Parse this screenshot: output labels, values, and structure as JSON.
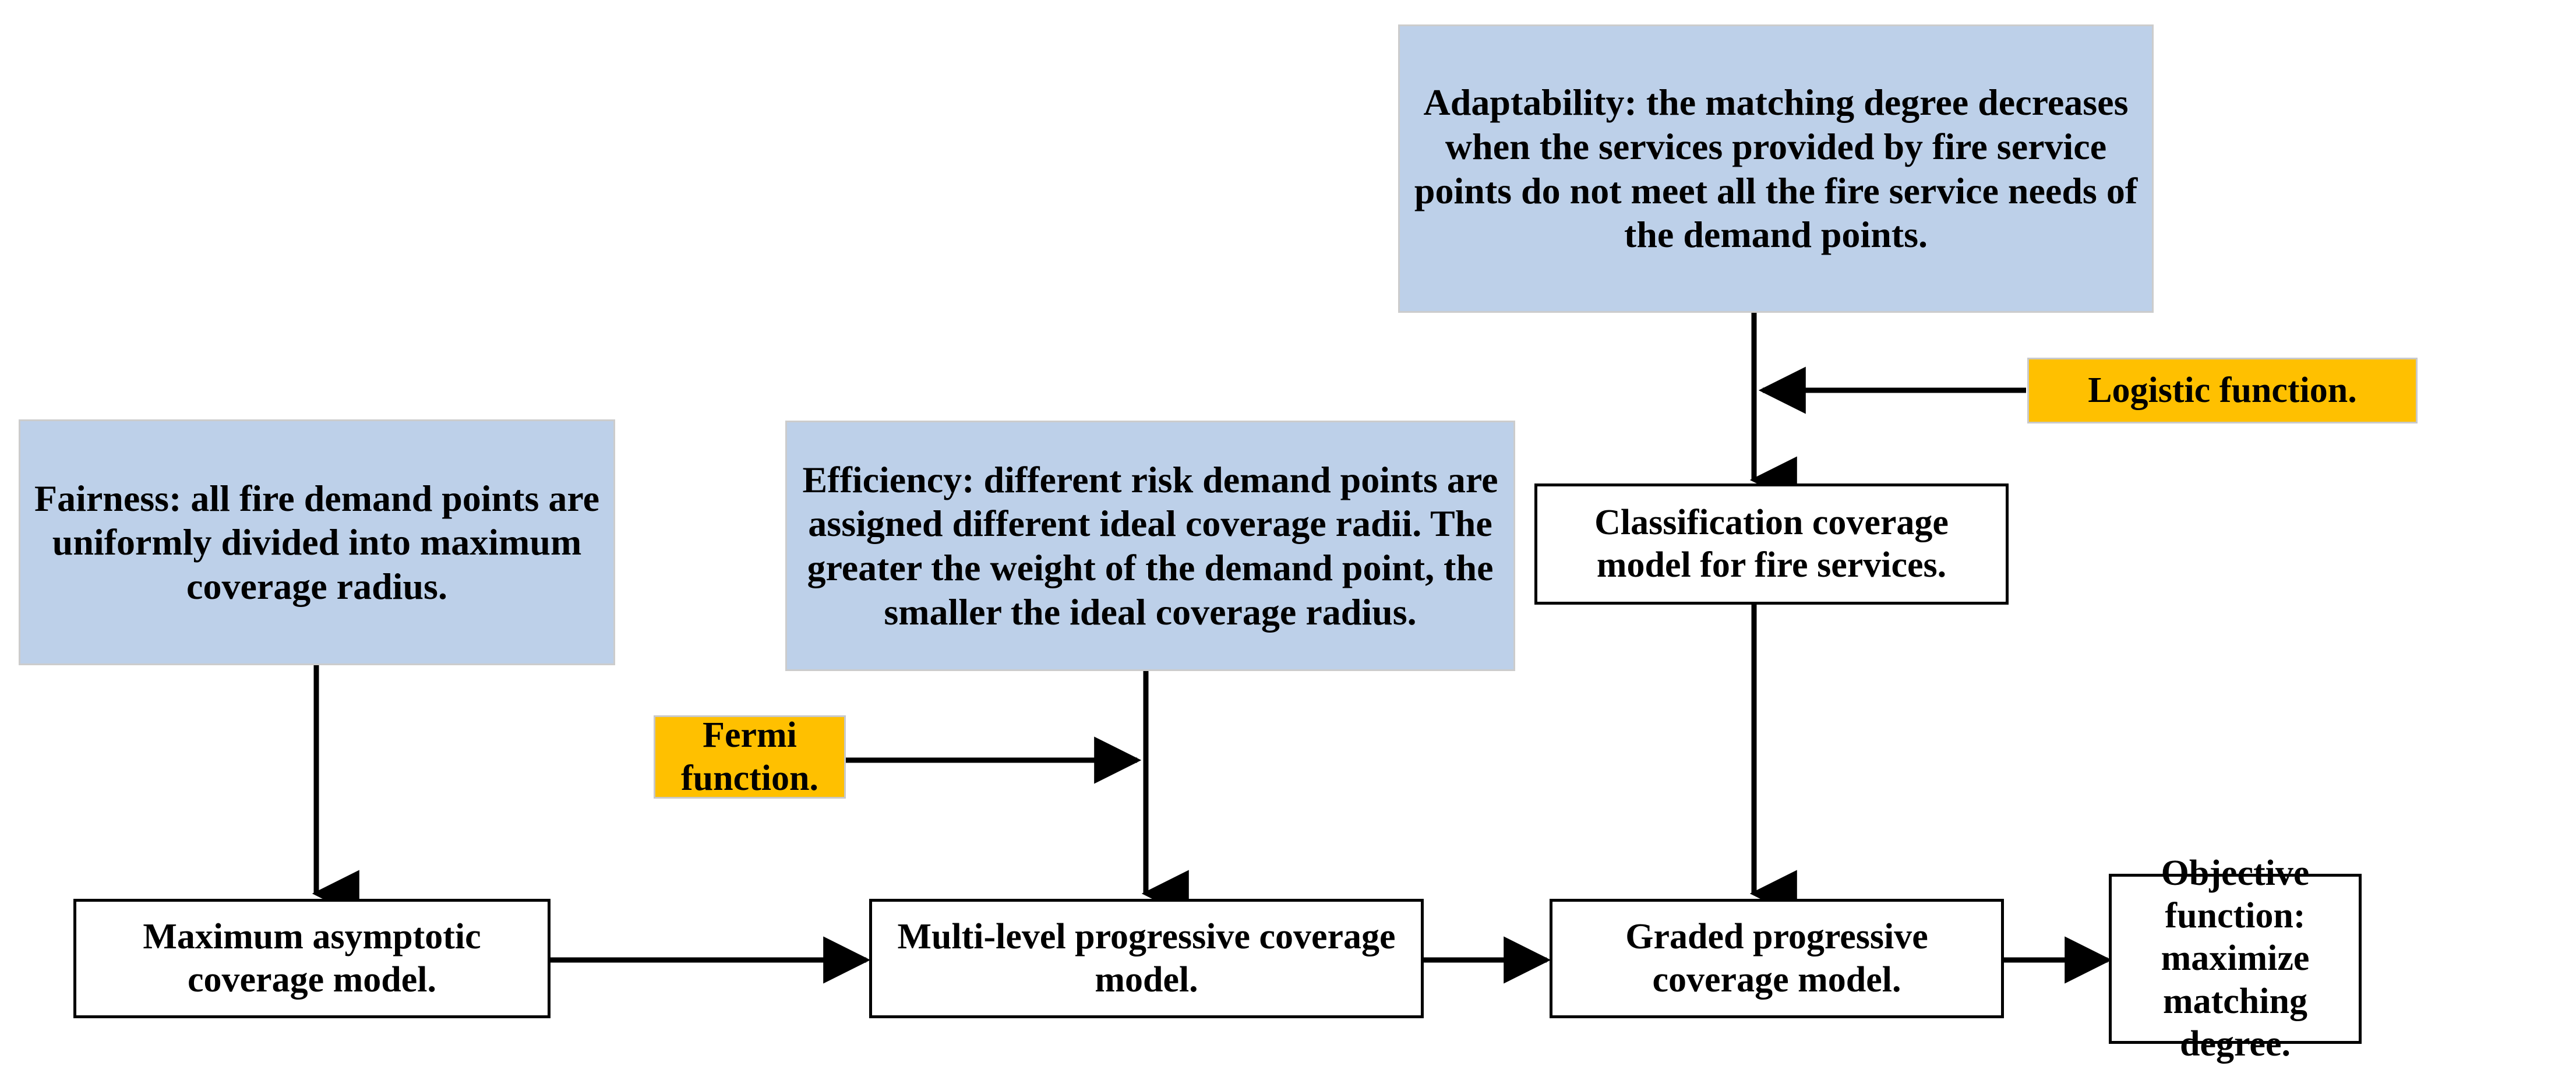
{
  "diagram": {
    "title": "Classification coverage model for fire services flowchart",
    "colors": {
      "concept_fill": "#bdd0e9",
      "function_fill": "#ffc000",
      "model_stroke": "#000000",
      "background": "#ffffff",
      "edge_color": "#000000"
    },
    "nodes": [
      {
        "id": "adaptability",
        "kind": "concept",
        "text": "Adaptability: the matching degree decreases when the services provided by fire service points do not meet all the fire service needs of the demand points."
      },
      {
        "id": "fairness",
        "kind": "concept",
        "text": "Fairness: all fire demand points are uniformly divided into maximum coverage radius."
      },
      {
        "id": "efficiency",
        "kind": "concept",
        "text": "Efficiency: different risk demand points are assigned different ideal coverage radii. The greater the weight of the demand point, the smaller the ideal coverage radius."
      },
      {
        "id": "logistic-function",
        "kind": "function",
        "text": "Logistic function."
      },
      {
        "id": "fermi-function",
        "kind": "function",
        "text": "Fermi function."
      },
      {
        "id": "classification-coverage-model",
        "kind": "model",
        "text": "Classification coverage model for fire services."
      },
      {
        "id": "maximum-asymptotic-coverage-model",
        "kind": "model",
        "text": "Maximum asymptotic coverage model."
      },
      {
        "id": "multi-level-progressive-coverage-model",
        "kind": "model",
        "text": "Multi-level progressive coverage model."
      },
      {
        "id": "graded-progressive-coverage-model",
        "kind": "model",
        "text": "Graded progressive coverage model."
      },
      {
        "id": "objective-function",
        "kind": "model",
        "text": "Objective function: maximize matching degree."
      }
    ],
    "edges": [
      {
        "from": "adaptability",
        "to": "classification-coverage-model",
        "direction": "down"
      },
      {
        "from": "logistic-function",
        "to": "adaptability-link",
        "direction": "left"
      },
      {
        "from": "fairness",
        "to": "maximum-asymptotic-coverage-model",
        "direction": "down"
      },
      {
        "from": "efficiency",
        "to": "multi-level-progressive-coverage-model",
        "direction": "down"
      },
      {
        "from": "fermi-function",
        "to": "efficiency-link",
        "direction": "right"
      },
      {
        "from": "classification-coverage-model",
        "to": "graded-progressive-coverage-model",
        "direction": "down"
      },
      {
        "from": "maximum-asymptotic-coverage-model",
        "to": "multi-level-progressive-coverage-model",
        "direction": "right"
      },
      {
        "from": "multi-level-progressive-coverage-model",
        "to": "graded-progressive-coverage-model",
        "direction": "right"
      },
      {
        "from": "graded-progressive-coverage-model",
        "to": "objective-function",
        "direction": "right"
      }
    ]
  }
}
